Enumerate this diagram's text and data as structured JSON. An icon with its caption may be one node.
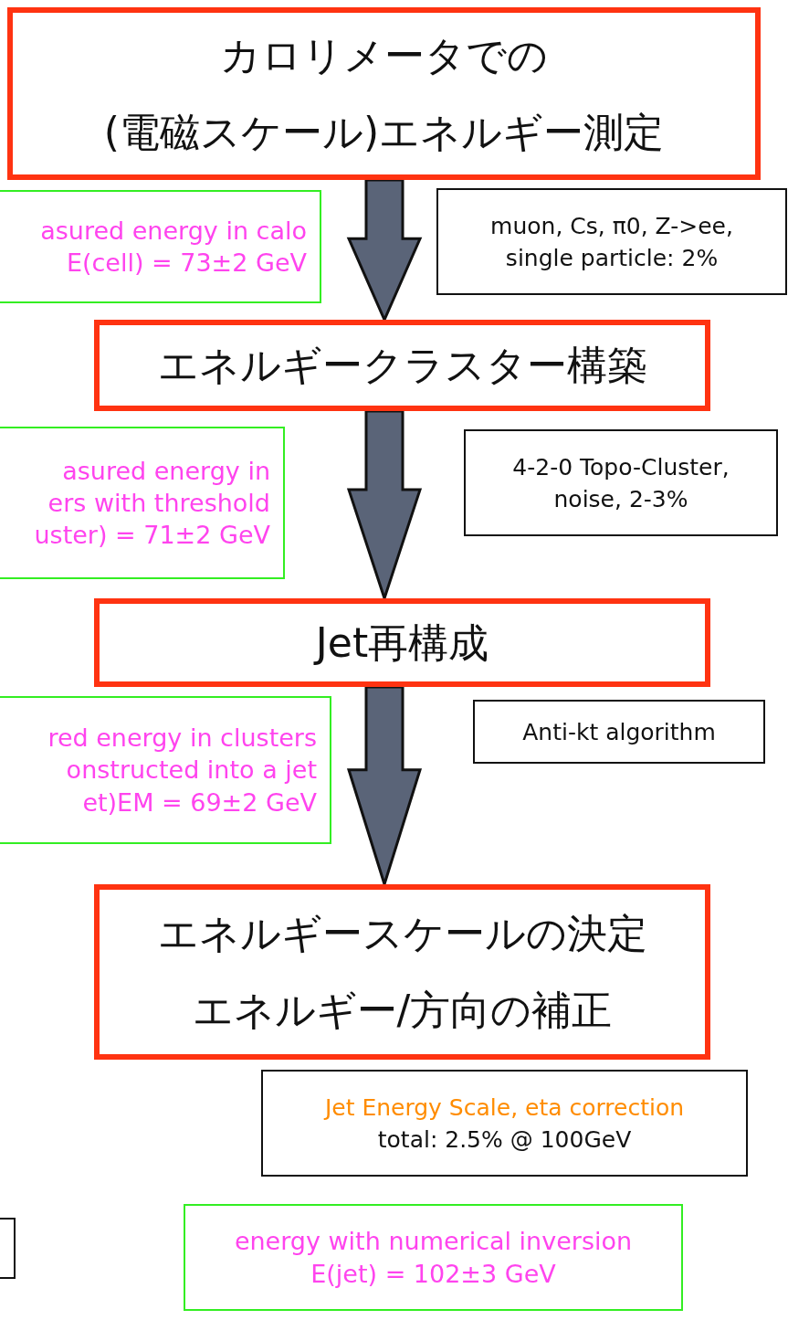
{
  "diagram": {
    "nodes": [
      {
        "text": [
          "カロリメータでの",
          "(電磁スケール)エネルギー測定"
        ]
      },
      {
        "text": [
          "asured energy in calo E(cell) = 73±2 GeV"
        ]
      },
      {
        "text": [
          "muon, Cs, π0, Z->ee, single particle: 2%"
        ]
      },
      {
        "text": [
          "エネルギークラスター構築"
        ]
      },
      {
        "text": [
          "asured energy in ers with threshold uster) = 71±2 GeV"
        ]
      },
      {
        "text": [
          "4-2-0 Topo-Cluster, noise, 2-3%"
        ]
      },
      {
        "text": [
          "Jet再構成"
        ]
      },
      {
        "text": [
          "red energy in clusters onstructed into a jet et)EM = 69±2 GeV"
        ]
      },
      {
        "text": [
          "Anti-kt  algorithm"
        ]
      },
      {
        "text": [
          "エネルギースケールの決定",
          "エネルギー/方向の補正"
        ]
      },
      {
        "text": [
          "Jet Energy Scale, eta correction",
          "total: 2.5% @ 100GeV"
        ]
      },
      {
        "text": [],
        "shape": "box"
      },
      {
        "text": [
          "energy with numerical inversion E(jet) = 102±3 GeV"
        ]
      }
    ],
    "edges": [
      {
        "from": 0,
        "to": 3,
        "arrow": "to"
      },
      {
        "from": 3,
        "to": 6,
        "arrow": "to"
      },
      {
        "from": 6,
        "to": 9,
        "arrow": "to"
      }
    ]
  }
}
